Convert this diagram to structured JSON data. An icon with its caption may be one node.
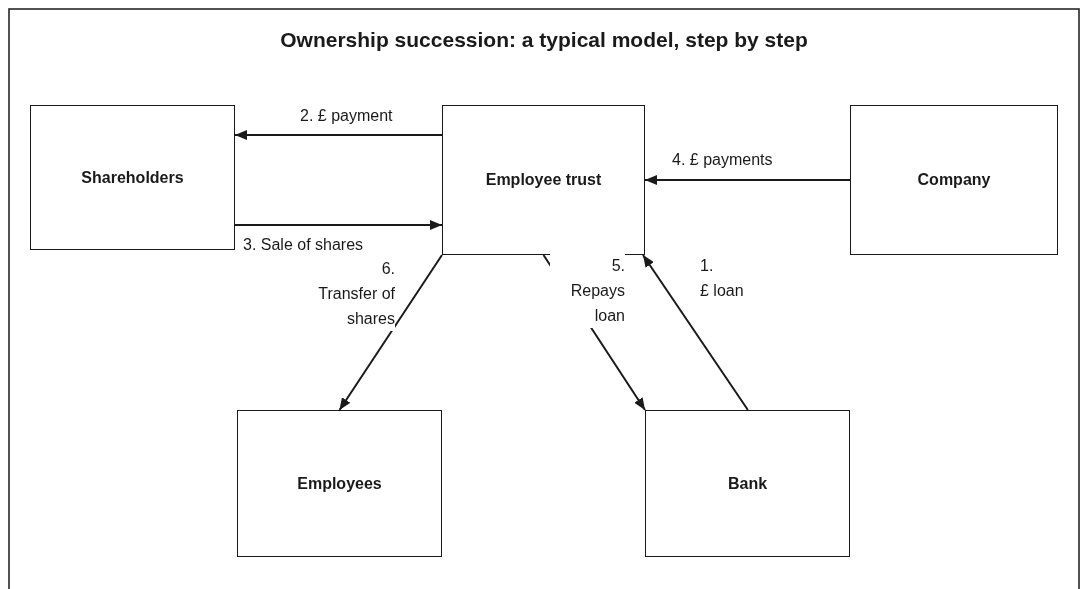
{
  "diagram": {
    "title": "Ownership succession: a typical model, step by step",
    "nodes": [
      {
        "text": [
          "Shareholders"
        ]
      },
      {
        "text": [
          "Employee trust"
        ]
      },
      {
        "text": [
          "Company"
        ]
      },
      {
        "text": [
          "Employees"
        ]
      },
      {
        "text": [
          "Bank"
        ]
      }
    ],
    "edges": [
      {
        "from": 1,
        "to": 0,
        "arrow": "to",
        "label": "2. £ payment"
      },
      {
        "from": 0,
        "to": 1,
        "arrow": "to",
        "label": "3. Sale of shares"
      },
      {
        "from": 2,
        "to": 1,
        "arrow": "to",
        "label": "4. £ payments"
      },
      {
        "from": 4,
        "to": 1,
        "arrow": "to",
        "label": "1. £ loan"
      },
      {
        "from": 1,
        "to": 4,
        "arrow": "to",
        "label": "5. Repays loan"
      },
      {
        "from": 1,
        "to": 3,
        "arrow": "to",
        "label": "6. Transfer of shares"
      }
    ]
  }
}
